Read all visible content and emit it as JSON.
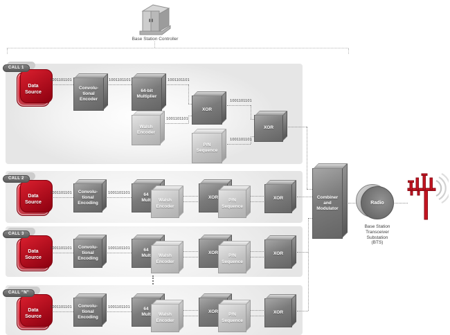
{
  "header": {
    "controller_label": "Base Station Controller"
  },
  "signal_bits": "1001101101",
  "calls": [
    {
      "badge": "CALL 1",
      "data_source": "Data\nSource",
      "encoder": "Convolu-\ntional\nEncoder",
      "multiplier": "64-bit\nMultiplier",
      "walsh": "Walsh\nEncoder",
      "xor_a": "XOR",
      "pn": "P/N\nSequence",
      "xor_b": "XOR"
    },
    {
      "badge": "CALL 2",
      "data_source": "Data\nSource",
      "encoder": "Convolu-\ntional\nEncoding",
      "multiplier": "64\nMult",
      "walsh": "Walsh\nEncoder",
      "xor_a": "XOR",
      "pn": "P/N\nSequence",
      "xor_b": "XOR"
    },
    {
      "badge": "CALL 3",
      "data_source": "Data\nSource",
      "encoder": "Convolu-\ntional\nEncoding",
      "multiplier": "64\nMult",
      "walsh": "Walsh\nEncoder",
      "xor_a": "XOR",
      "pn": "P/N\nSequence",
      "xor_b": "XOR"
    },
    {
      "badge": "CALL \"N\"",
      "data_source": "Data\nSource",
      "encoder": "Convolu-\ntional\nEncoding",
      "multiplier": "64\nMult",
      "walsh": "Walsh\nEncoder",
      "xor_a": "XOR",
      "pn": "P/N\nSequence",
      "xor_b": "XOR"
    }
  ],
  "output": {
    "combiner_label": "Combiner\nand\nModulator",
    "radio_label": "Radio",
    "bts_label": "Base Station\nTransceiver\nSubstation\n(BTS)"
  }
}
